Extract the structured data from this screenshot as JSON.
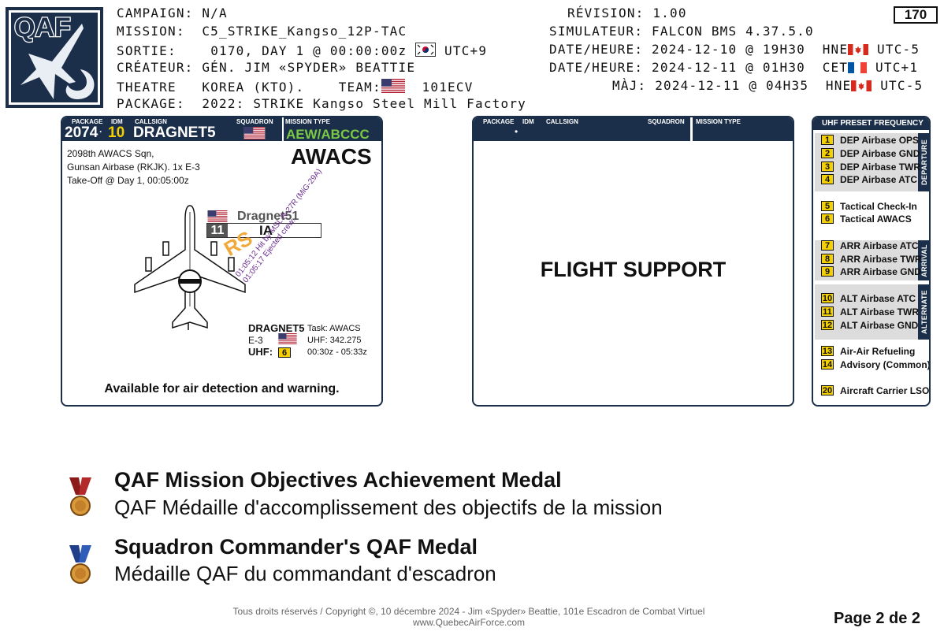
{
  "header": {
    "logo_text": "QAF",
    "left": [
      {
        "label": "CAMPAIGN:",
        "value": "N/A"
      },
      {
        "label": "MISSION:",
        "value": "C5_STRIKE_Kangso_12P-TAC"
      },
      {
        "label": "SORTIE:",
        "value": "0170, DAY 1 @ 00:00:00z",
        "suffix": "UTC+9"
      },
      {
        "label": "CRÉATEUR:",
        "value": "GÉN. JIM «SPYDER» BEATTIE"
      },
      {
        "label": "THEATRE",
        "value": "KOREA (KTO).",
        "team_label": "TEAM:",
        "team_value": "101ECV"
      },
      {
        "label": "PACKAGE:",
        "value": "2022: STRIKE Kangso Steel Mill Factory"
      }
    ],
    "right": [
      {
        "label": "RÉVISION:",
        "value": "1.00"
      },
      {
        "label": "SIMULATEUR:",
        "value": "FALCON BMS 4.37.5.0"
      },
      {
        "label": "DATE/HEURE:",
        "value": "2024-12-10 @ 19H30",
        "zone": "HNE",
        "utc": "UTC-5"
      },
      {
        "label": "DATE/HEURE:",
        "value": "2024-12-11 @ 01H30",
        "zone": "CET",
        "utc": "UTC+1"
      },
      {
        "label": "MÀJ:",
        "value": "2024-12-11 @ 04H35",
        "zone": "HNE",
        "utc": "UTC-5"
      }
    ],
    "page_box": "170"
  },
  "awacs": {
    "col_labels": {
      "package": "PACKAGE",
      "idm": "IDM",
      "callsign": "CALLSIGN",
      "squadron": "SQUADRON",
      "mission_type": "MISSION TYPE"
    },
    "package": "2074",
    "idm": "10",
    "callsign": "DRAGNET5",
    "mission_type": "AEW/ABCCC",
    "big_title": "AWACS",
    "info_lines": [
      "2098th AWACS Sqn,",
      "Gunsan Airbase (RKJK). 1x E-3",
      "Take-Off @ Day 1, 00:05:00z"
    ],
    "tag_name": "Dragnet51",
    "tag_num": "11",
    "tag_ia": "IA",
    "rs_label": "RS",
    "diag_line1": "01:05:12 Hit by MSL R-27R (MiG-29A)",
    "diag_line2": "01:05:17 Ejected crew.",
    "details": {
      "callsign": "DRAGNET5",
      "type": "E-3",
      "uhf_label": "UHF:",
      "uhf_preset": "6",
      "task": "Task: AWACS",
      "uhf_freq": "UHF: 342.275",
      "time": "00:30z - 05:33z"
    },
    "footer": "Available for air detection and warning."
  },
  "support": {
    "col_labels": {
      "package": "PACKAGE",
      "idm": "IDM",
      "callsign": "CALLSIGN",
      "squadron": "SQUADRON",
      "mission_type": "MISSION TYPE"
    },
    "dot": "•",
    "title": "FLIGHT SUPPORT"
  },
  "uhf": {
    "title": "UHF PRESET FREQUENCY",
    "tabs": {
      "departure": "DEPARTURE",
      "arrival": "ARRIVAL",
      "alternate": "ALTERNATE"
    },
    "items": [
      {
        "num": "1",
        "label": "DEP Airbase OPS"
      },
      {
        "num": "2",
        "label": "DEP Airbase GND"
      },
      {
        "num": "3",
        "label": "DEP Airbase TWR"
      },
      {
        "num": "4",
        "label": "DEP Airbase ATC"
      },
      {
        "num": "5",
        "label": "Tactical Check-In"
      },
      {
        "num": "6",
        "label": "Tactical AWACS"
      },
      {
        "num": "7",
        "label": "ARR Airbase ATC"
      },
      {
        "num": "8",
        "label": "ARR Airbase TWR"
      },
      {
        "num": "9",
        "label": "ARR Airbase GND"
      },
      {
        "num": "10",
        "label": "ALT Airbase ATC"
      },
      {
        "num": "11",
        "label": "ALT Airbase TWR"
      },
      {
        "num": "12",
        "label": "ALT Airbase GND"
      },
      {
        "num": "13",
        "label": "Air-Air Refueling"
      },
      {
        "num": "14",
        "label": "Advisory (Common)"
      },
      {
        "num": "20",
        "label": "Aircraft Carrier LSO"
      }
    ]
  },
  "medals": [
    {
      "title": "QAF Mission Objectives Achievement Medal",
      "subtitle": "QAF Médaille d'accomplissement des objectifs de la mission",
      "ribbon_color": "#8b1a1a"
    },
    {
      "title": "Squadron Commander's QAF Medal",
      "subtitle": "Médaille QAF du commandant d'escadron",
      "ribbon_color": "#1f3f8a"
    }
  ],
  "footer": {
    "copyright": "Tous droits réservés / Copyright ©, 10 décembre 2024 - Jim «Spyder» Beattie, 101e Escadron de Combat Virtuel",
    "website": "www.QuebecAirForce.com",
    "page": "Page 2 de 2"
  },
  "colors": {
    "navy": "#1c2f4a",
    "yellow": "#f5d000",
    "green_text": "#7ac943",
    "purple": "#6a2c91",
    "orange": "#f2a93b"
  },
  "icons": [
    "qaf-logo-icon",
    "korea-flag-icon",
    "usa-flag-icon",
    "canada-flag-icon",
    "france-flag-icon",
    "e3-aircraft-icon",
    "medal-icon"
  ]
}
